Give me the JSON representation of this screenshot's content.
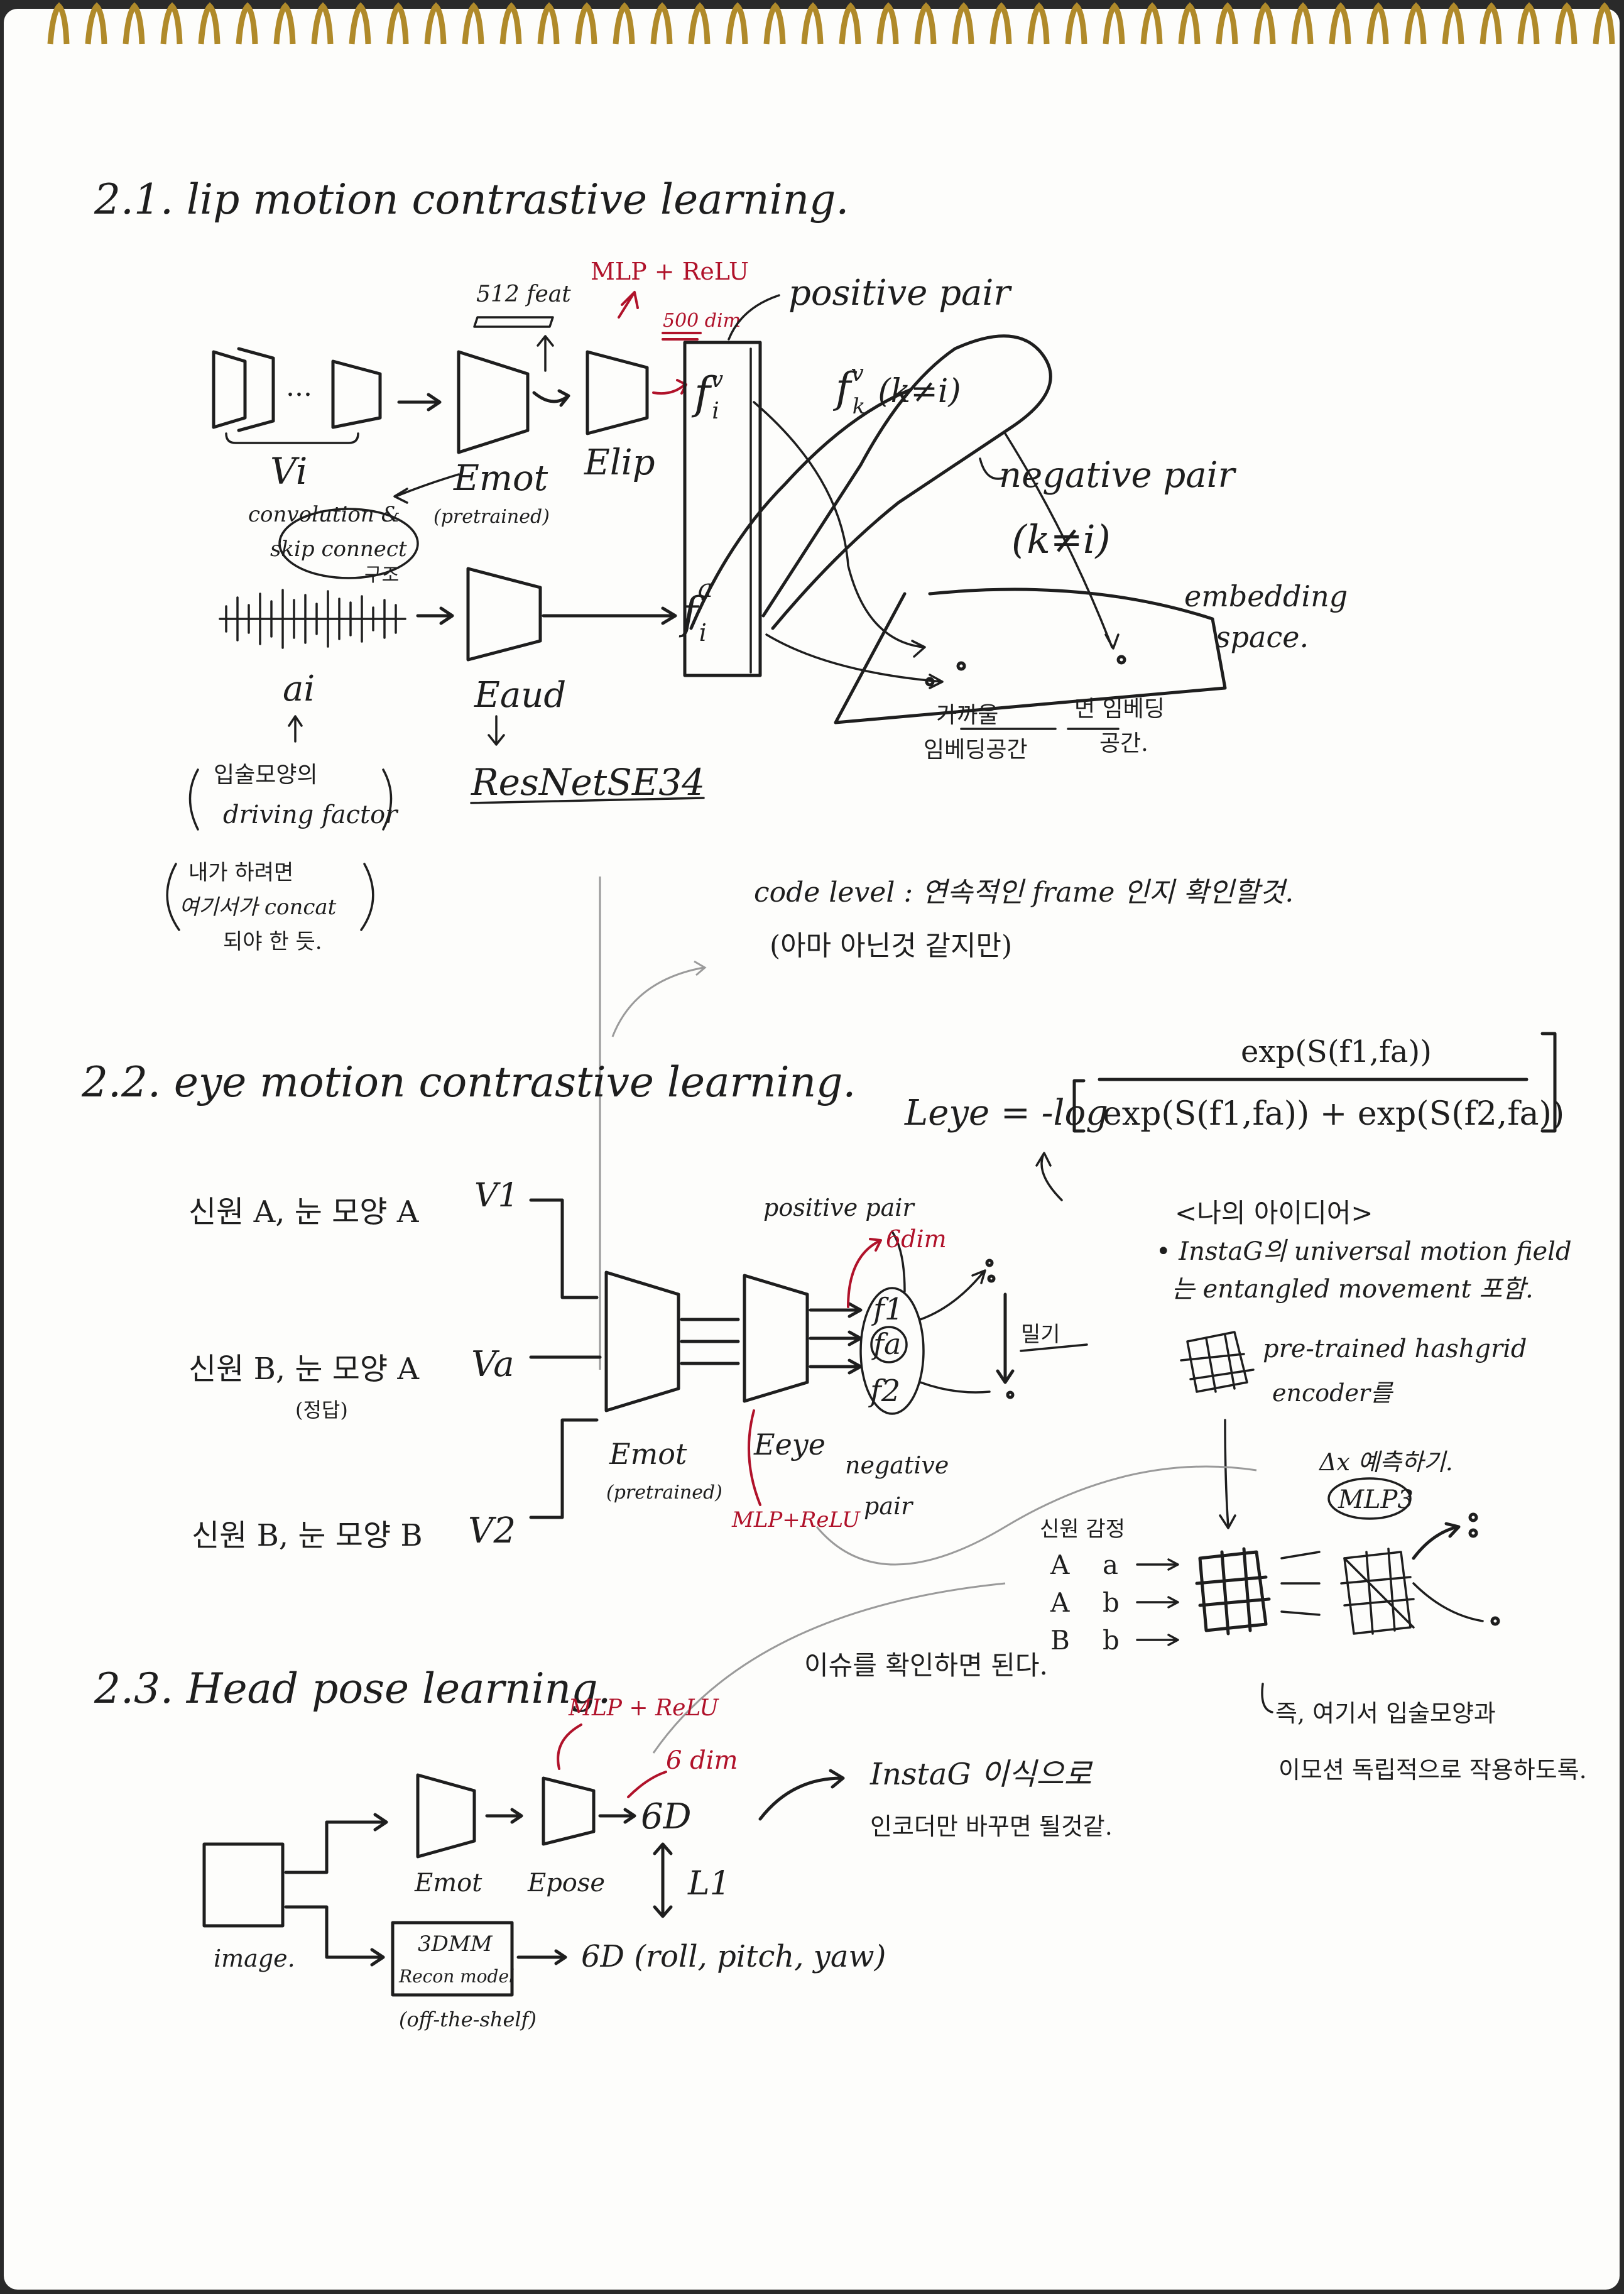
{
  "sections": {
    "s1": {
      "title": "2.1. lip motion contrastive learning.",
      "labels": {
        "feat": "512 feat",
        "mlp": "MLP + ReLU",
        "dim": "500 dim",
        "positive": "positive pair",
        "negative": "negative pair",
        "k_ne_i": "(k≠i)",
        "fk": "f",
        "fk_sub": "k",
        "fk_sup": "v",
        "fk_cond": "(k≠i)",
        "fiv": "f",
        "fiv_sub": "i",
        "fiv_sup": "v",
        "fia": "f",
        "fia_sub": "i",
        "fia_sup": "a",
        "vi": "Vi",
        "emot": "Emot",
        "pretrained": "(pretrained)",
        "elip": "Elip",
        "conv": "convolution &",
        "skip": "skip connect",
        "skip2": "구조",
        "ai": "ai",
        "eaud": "Eaud",
        "resnet": "ResNetSE34",
        "embedding": "embedding",
        "space": "space.",
        "close1": "가까울",
        "close2": "임베딩공간",
        "far1": "먼 임베딩",
        "far2": "공간.",
        "note1a": "입술모양의",
        "note1b": "driving factor",
        "note2a": "내가 하려면",
        "note2b": "여기서가 concat",
        "note2c": "되야 한 듯.",
        "code_note1": "code level : 연속적인 frame 인지 확인할것.",
        "code_note2": "(아마 아닌것 같지만)"
      }
    },
    "s2": {
      "title": "2.2. eye motion contrastive learning.",
      "loss_lhs": "Leye = -log",
      "loss_num": "exp(S(f1,fa))",
      "loss_den": "exp(S(f1,fa)) + exp(S(f2,fa))",
      "rows": [
        {
          "text": "신원 A, 눈 모양 A",
          "v": "V1"
        },
        {
          "text": "신원 B, 눈 모양 A",
          "sub": "(정답)",
          "v": "Va"
        },
        {
          "text": "신원 B, 눈 모양 B",
          "v": "V2"
        }
      ],
      "labels": {
        "emot": "Emot",
        "pretrained": "(pretrained)",
        "eeye": "Eeye",
        "mlp": "MLP+ReLU",
        "positive": "positive pair",
        "dim": "6dim",
        "negative": "negative",
        "pair": "pair",
        "f1": "f1",
        "fa": "fa",
        "f2": "f2",
        "push": "밀기"
      },
      "idea": {
        "title": "<나의 아이디어>",
        "line1": "• InstaG의 universal motion field",
        "line2": "는 entangled movement 포함.",
        "line3": "pre-trained hashgrid",
        "line4": "encoder를",
        "dx": "Δx 예측하기.",
        "mlp3": "MLP3",
        "header": "신원 감정",
        "pairs": [
          [
            "A",
            "a"
          ],
          [
            "A",
            "b"
          ],
          [
            "B",
            "b"
          ]
        ],
        "note1": "즉, 여기서 입술모양과",
        "note2": "이모션 독립적으로 작용하도록."
      }
    },
    "s3": {
      "title": "2.3. Head pose learning.",
      "labels": {
        "mlp": "MLP + ReLU",
        "dim": "6 dim",
        "sixd": "6D",
        "l1": "L1",
        "image": "image.",
        "emot": "Emot",
        "epose": "Epose",
        "recon1": "3DMM",
        "recon2": "Recon model",
        "offshelf": "(off-the-shelf)",
        "sixd_out": "6D (roll, pitch, yaw)",
        "instag1": "InstaG 이식으로",
        "instag2": "인코더만 바꾸면 될것같.",
        "plan": "이슈를 확인하면 된다."
      }
    }
  }
}
